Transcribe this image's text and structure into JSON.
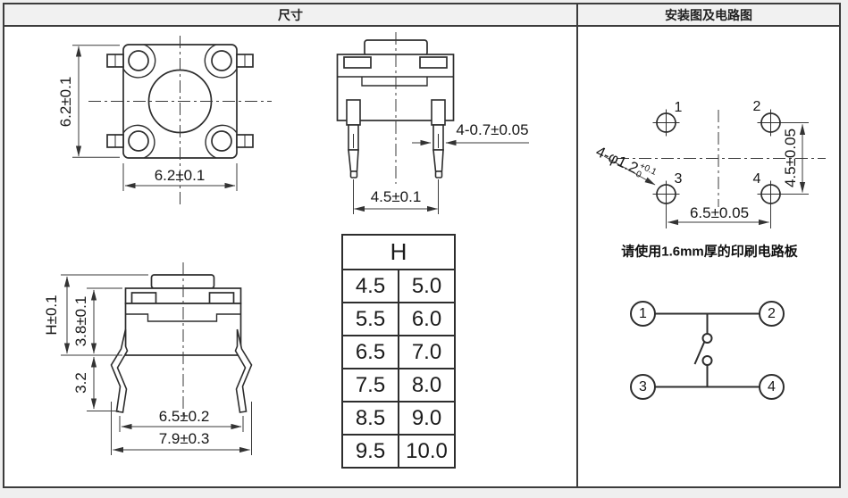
{
  "header": {
    "left_title": "尺寸",
    "right_title": "安装图及电路图"
  },
  "top_view": {
    "dim_height": "6.2±0.1",
    "dim_width": "6.2±0.1"
  },
  "side_view": {
    "dim_lead_width": "4-0.7±0.05",
    "dim_lead_pitch": "4.5±0.1"
  },
  "front_view": {
    "dim_total_height": "H±0.1",
    "dim_body_height": "3.8±0.1",
    "dim_leg_length": "3.2",
    "dim_leg_span_inner": "6.5±0.2",
    "dim_leg_span_outer": "7.9±0.3"
  },
  "dim_table": {
    "header": "H",
    "rows": [
      [
        "4.5",
        "5.0"
      ],
      [
        "5.5",
        "6.0"
      ],
      [
        "6.5",
        "7.0"
      ],
      [
        "7.5",
        "8.0"
      ],
      [
        "8.5",
        "9.0"
      ],
      [
        "9.5",
        "10.0"
      ]
    ]
  },
  "pcb_layout": {
    "hole_numbers": [
      "1",
      "2",
      "3",
      "4"
    ],
    "hole_dim_label": "4-φ1.2",
    "hole_dim_tol_upper": "+0.1",
    "hole_dim_tol_lower": "0",
    "dim_vertical": "4.5±0.05",
    "dim_horizontal": "6.5±0.05",
    "note": "请使用1.6mm厚的印刷电路板"
  },
  "circuit": {
    "terminal_numbers": [
      "1",
      "2",
      "3",
      "4"
    ]
  },
  "colors": {
    "line": "#2d2d2d",
    "border": "#3c3c3c",
    "header_bg": "#f1f1f1",
    "page_bg": "#efefef"
  }
}
